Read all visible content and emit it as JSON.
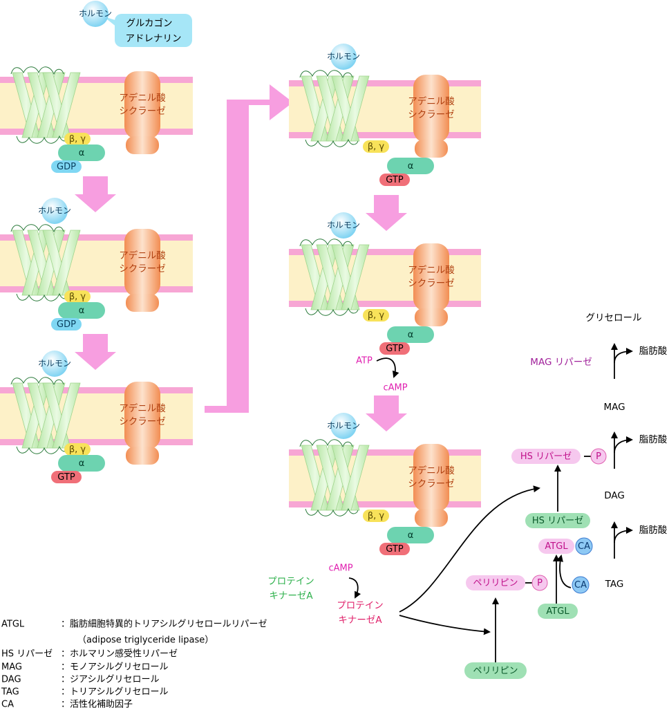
{
  "hormone": {
    "label": "ホルモン",
    "types": [
      "グルカゴン",
      "アドレナリン"
    ]
  },
  "membrane": {
    "enzyme": [
      "アデニル酸",
      "シクラーゼ"
    ],
    "beta_gamma": "β, γ",
    "alpha": "α",
    "gdp": "GDP",
    "gtp": "GTP"
  },
  "cascade": {
    "atp": "ATP",
    "camp": "cAMP",
    "camp2": "cAMP",
    "pka_inactive": [
      "プロテイン",
      "キナーゼA"
    ],
    "pka_active": [
      "プロテイン",
      "キナーゼA"
    ]
  },
  "lipolysis": {
    "glycerol": "グリセロール",
    "fatty_acid": "脂肪酸",
    "mag_lipase": "MAG リパーゼ",
    "mag": "MAG",
    "hs_lipase_p": "HS リパーゼ",
    "p": "P",
    "dag": "DAG",
    "hs_lipase": "HS リパーゼ",
    "atgl_ca": "ATGL",
    "ca": "CA",
    "tag": "TAG",
    "perilipin_p": "ペリリピン",
    "atgl": "ATGL",
    "perilipin": "ペリリピン"
  },
  "legend": [
    {
      "abbr": "ATGL",
      "desc": "：脂肪細胞特異的トリアシルグリセロールリパーゼ"
    },
    {
      "abbr": "",
      "desc": "（adipose triglyceride lipase）"
    },
    {
      "abbr": "HS リパーゼ",
      "desc": "：ホルマリン感受性リパーゼ"
    },
    {
      "abbr": "MAG",
      "desc": "：モノアシルグリセロール"
    },
    {
      "abbr": "DAG",
      "desc": "：ジアシルグリセロール"
    },
    {
      "abbr": "TAG",
      "desc": "：トリアシルグリセロール"
    },
    {
      "abbr": "CA",
      "desc": "：活性化補助因子"
    }
  ],
  "colors": {
    "membrane_pink": "#f7a6d4",
    "membrane_fill": "#fdf1c8",
    "flow_arrow": "#f79ee0",
    "helix": "#cdeec0",
    "enzyme": "#f5a36d",
    "hormone": "#7fd3f2",
    "alpha_green": "#6dd3b0",
    "gtp_red": "#f06f78",
    "gdp_blue": "#7fd7f3",
    "bg_yellow": "#f8e25a",
    "magenta": "#e020b0",
    "pink_label": "#f6c8ee",
    "green_label": "#9fe0b4",
    "green_text": "#2db04b",
    "purple_text": "#a0209a"
  }
}
